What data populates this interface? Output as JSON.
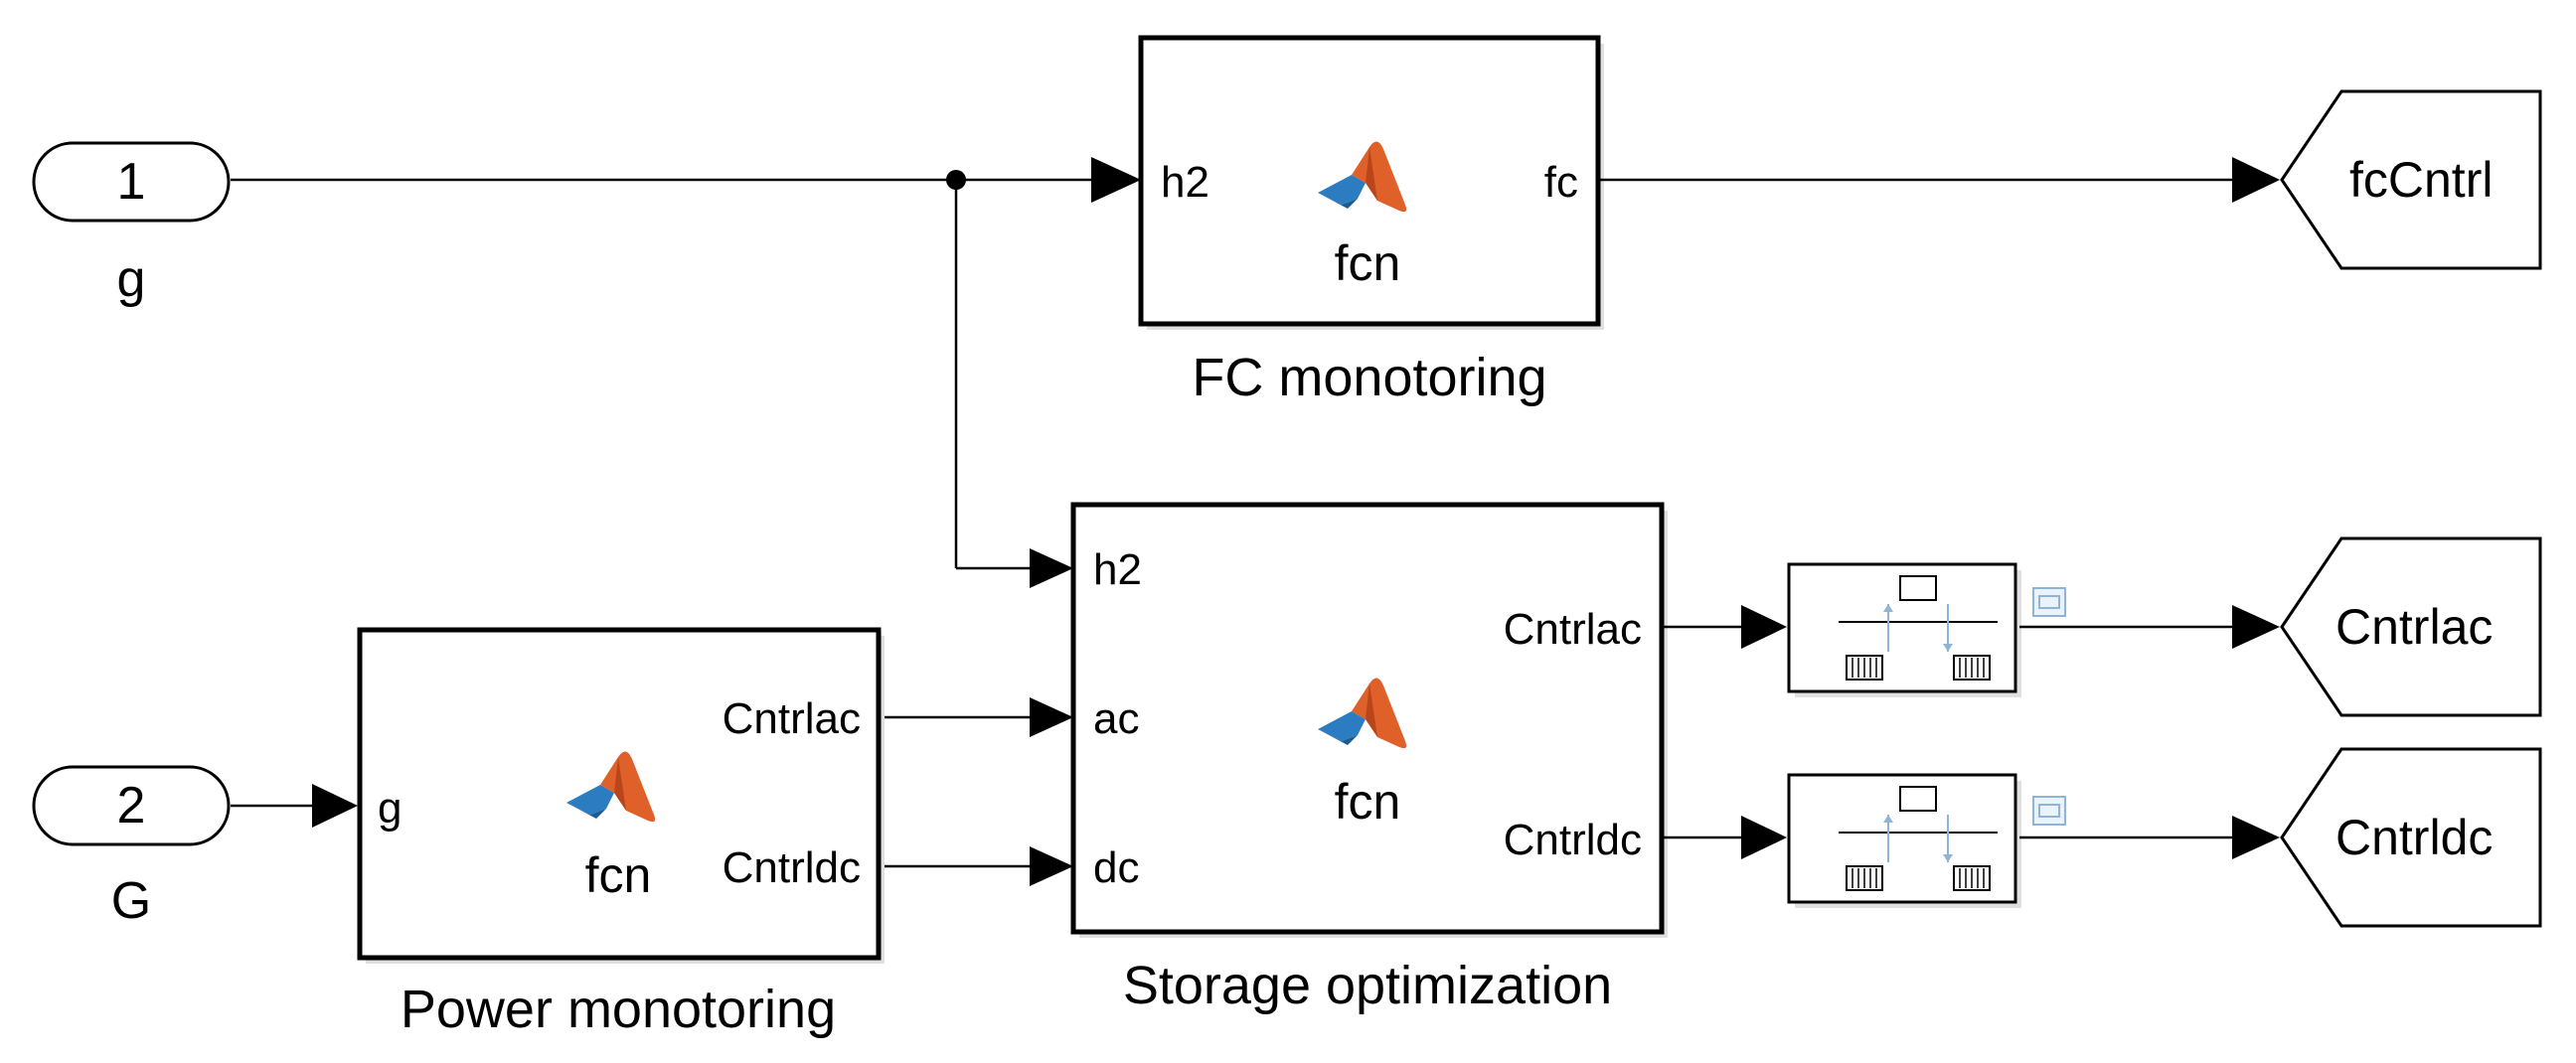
{
  "inports": [
    {
      "number": "1",
      "name": "g"
    },
    {
      "number": "2",
      "name": "G"
    }
  ],
  "blocks": {
    "fc": {
      "title": "FC monotoring",
      "in_h2": "h2",
      "out_fc": "fc",
      "fcn": "fcn"
    },
    "power": {
      "title": "Power monotoring",
      "in_g": "g",
      "out_ac": "Cntrlac",
      "out_dc": "Cntrldc",
      "fcn": "fcn"
    },
    "storage": {
      "title": "Storage optimization",
      "in_h2": "h2",
      "in_ac": "ac",
      "in_dc": "dc",
      "out_ac": "Cntrlac",
      "out_dc": "Cntrldc",
      "fcn": "fcn"
    }
  },
  "goto_tags": [
    "fcCntrl",
    "Cntrlac",
    "Cntrldc"
  ],
  "colors": {
    "line": "#000000",
    "matlab_orange": "#e0602a",
    "matlab_blue": "#2b7cc0",
    "rate_block_icon": "#8fb4d6"
  }
}
